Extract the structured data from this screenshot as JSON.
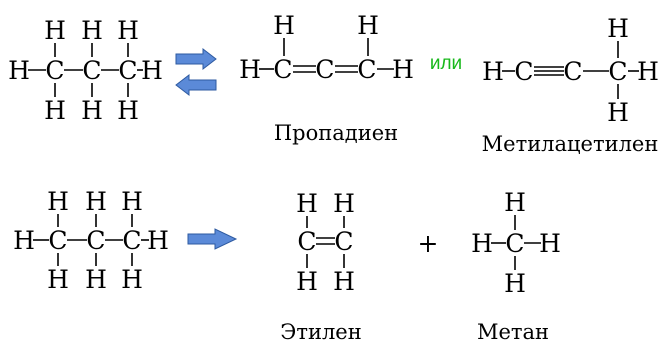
{
  "colors": {
    "atom": "#000000",
    "arrow_fill": "#5b8ad8",
    "arrow_stroke": "#2e5aa0",
    "or_text": "#18b81b"
  },
  "atom_symbols": {
    "hydrogen": "H",
    "carbon": "C"
  },
  "reaction_1": {
    "forward_arrow_icon": "arrow-right-icon",
    "reverse_arrow_icon": "arrow-left-icon",
    "product_1_name": "Пропадиен",
    "or_word": "или",
    "product_2_name": "Метилацетилен"
  },
  "reaction_2": {
    "arrow_icon": "arrow-right-icon",
    "plus_sign": "+",
    "product_1_name": "Этилен",
    "product_2_name": "Метан"
  }
}
